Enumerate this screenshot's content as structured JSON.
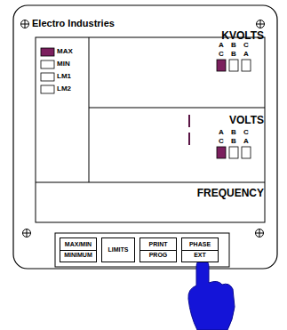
{
  "diagram": {
    "nodes": [
      {
        "text": [
          "MAX/MIN",
          "MINIMUM"
        ]
      },
      {
        "text": [
          "LIMITS"
        ]
      },
      {
        "text": [
          "PRINT",
          "PROG"
        ]
      },
      {
        "text": [
          "PHASE",
          "EXT"
        ]
      }
    ],
    "labels": [
      "Electro Industries",
      "MAX",
      "MIN",
      "LM1",
      "LM2",
      "KVOLTS",
      "A",
      "B",
      "C",
      "C",
      "B",
      "A",
      "VOLTS",
      "A",
      "B",
      "C",
      "C",
      "B",
      "A",
      "FREQUENCY"
    ]
  }
}
